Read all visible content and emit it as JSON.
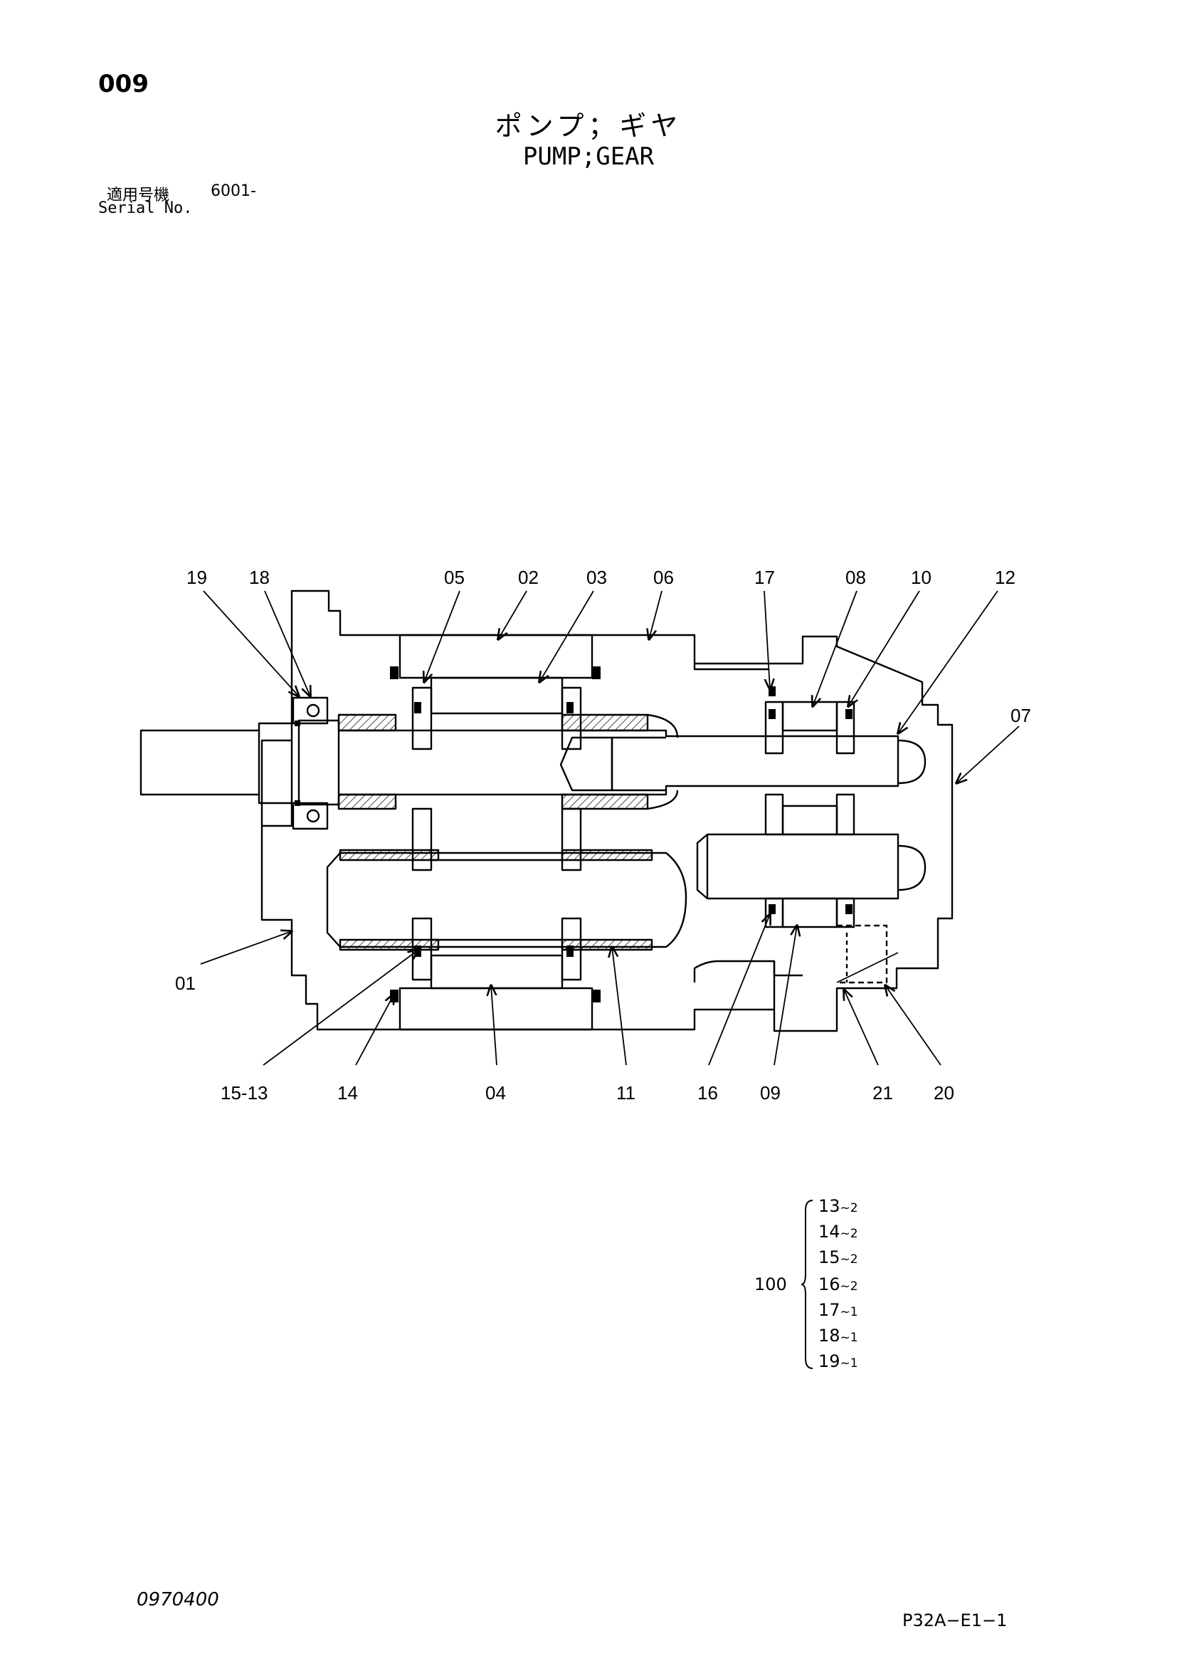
{
  "header": {
    "page_no": "009",
    "title_jp": "ポンプ；ギヤ",
    "title_en": "PUMP;GEAR",
    "serial_label_jp": "適用号機",
    "serial_value": "6001-",
    "serial_label_en": "Serial No."
  },
  "callouts": {
    "c19": "19",
    "c18": "18",
    "c05": "05",
    "c02": "02",
    "c03": "03",
    "c06": "06",
    "c17": "17",
    "c08": "08",
    "c10": "10",
    "c12": "12",
    "c07": "07",
    "c01": "01",
    "c15_13": "15-13",
    "c14": "14",
    "c04": "04",
    "c11": "11",
    "c16": "16",
    "c09": "09",
    "c21": "21",
    "c20": "20"
  },
  "kit": {
    "number": "100",
    "items": [
      {
        "part": "13",
        "qty": "~2"
      },
      {
        "part": "14",
        "qty": "~2"
      },
      {
        "part": "15",
        "qty": "~2"
      },
      {
        "part": "16",
        "qty": "~2"
      },
      {
        "part": "17",
        "qty": "~1"
      },
      {
        "part": "18",
        "qty": "~1"
      },
      {
        "part": "19",
        "qty": "~1"
      }
    ]
  },
  "footer": {
    "doc_code": "0970400",
    "page_code": "P32A−E1−1"
  }
}
